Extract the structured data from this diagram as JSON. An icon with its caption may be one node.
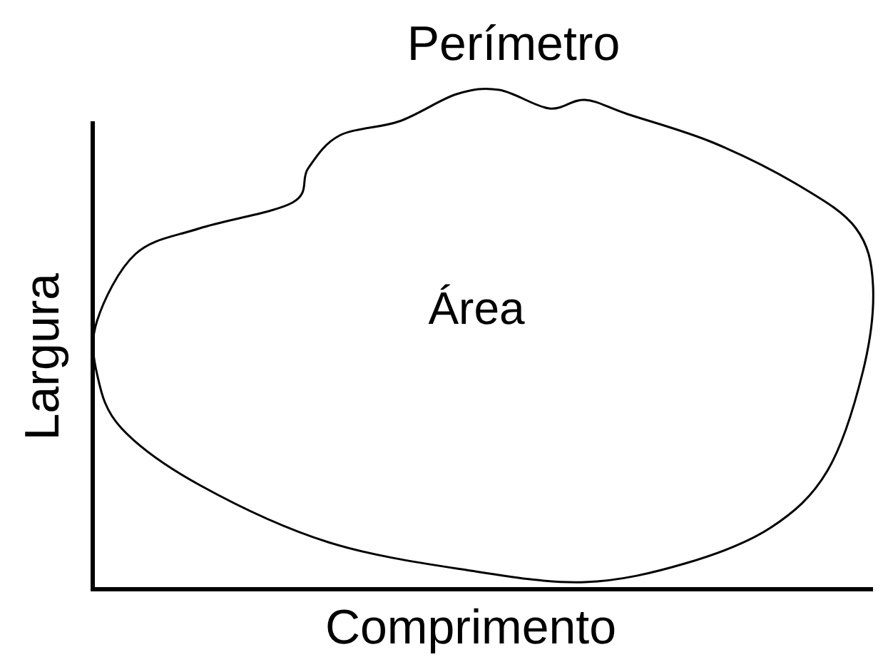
{
  "diagram": {
    "nodes": [
      {
        "text": [
          "Área"
        ],
        "beside": [
          "Perímetro"
        ]
      }
    ],
    "edges": [],
    "labels": [
      "Largura",
      "Comprimento"
    ]
  }
}
